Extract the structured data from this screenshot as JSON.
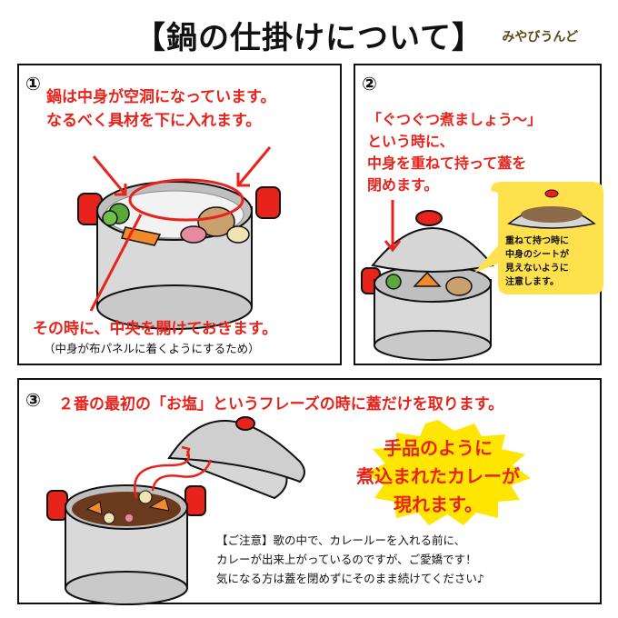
{
  "title": "【鍋の仕掛けについて】",
  "brand": "みやびうんど",
  "panel1": {
    "number": "①",
    "text_lines": [
      "鍋は中身が空洞になっています。",
      "なるべく具材を下に入れます。"
    ],
    "bottom_text": "その時に、中央を開けておきます。",
    "note": "（中身が布パネルに着くようにするため）"
  },
  "panel2": {
    "number": "②",
    "text_lines": [
      "「ぐつぐつ煮ましょう～」",
      "という時に、",
      "中身を重ねて持って蓋を",
      "閉めます。"
    ],
    "bubble_lines": [
      "重ねて持つ時に",
      "中身のシートが",
      "見えないように",
      "注意します。"
    ]
  },
  "panel3": {
    "number": "③",
    "text": "２番の最初の「お塩」というフレーズの時に蓋だけを取ります。",
    "burst_lines": [
      "手品のように",
      "煮込まれたカレーが",
      "現れます。"
    ],
    "note_lines": [
      "【ご注意】歌の中で、カレールーを入れる前に、",
      "カレーが出来上がっているのですが、ご愛嬌です！",
      "気になる方は蓋を閉めずにそのまま続けてください♪"
    ]
  },
  "colors": {
    "accent_red": "#e8231b",
    "burst_yellow": "#ffe600",
    "bubble_yellow": "#ffe14d",
    "curry_brown": "#6b3a1e"
  }
}
